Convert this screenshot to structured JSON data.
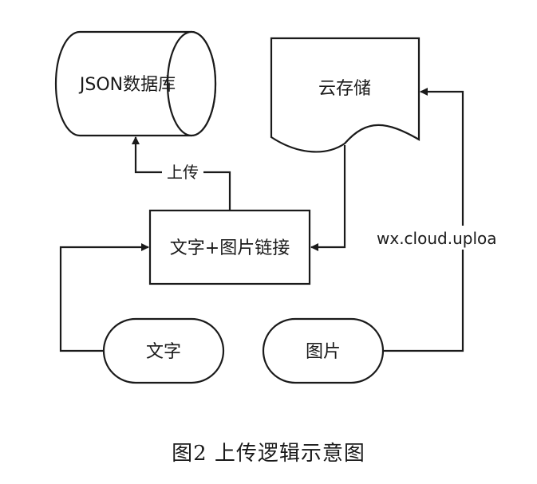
{
  "nodes": {
    "json_db": "JSON数据库",
    "cloud_storage": "云存储",
    "text_image_link": "文字+图片链接",
    "text": "文字",
    "image": "图片"
  },
  "edges": {
    "upload": "上传",
    "wx_cloud_upload": "wx.cloud.uploa"
  },
  "caption": "图2   上传逻辑示意图",
  "colors": {
    "stroke": "#1a1a1a",
    "background": "#ffffff"
  }
}
